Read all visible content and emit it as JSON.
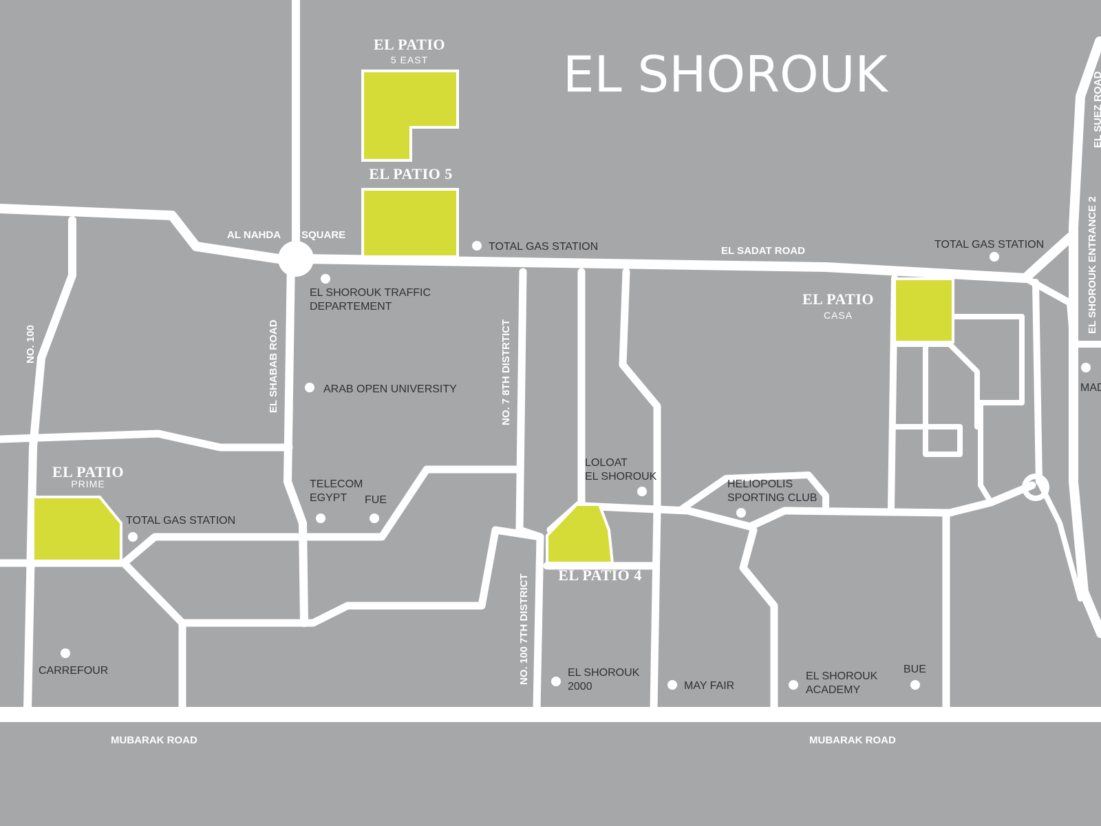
{
  "map": {
    "title": "EL SHOROUK",
    "colors": {
      "background": "#a6a7a9",
      "road": "#ffffff",
      "project": "#d5dc37",
      "label": "#2f3033"
    },
    "roads": {
      "mubarak_left": "MUBARAK ROAD",
      "mubarak_right": "MUBARAK ROAD",
      "el_sadat": "EL SADAT ROAD",
      "al_nahda": "AL NAHDA",
      "square": "SQUARE",
      "no100": "NO. 100",
      "el_shabab": "EL SHABAB ROAD",
      "no7_8th": "NO. 7 8TH DISTRTICT",
      "no100_7th": "NO. 100 7TH DISTRICT",
      "shorouk_entrance_2": "EL SHOROUK ENTRANCE 2",
      "suez_road": "EL SUEZ ROAD"
    },
    "projects": {
      "patio5east": {
        "name": "EL PATIO",
        "sub": "5 EAST"
      },
      "patio5": {
        "name": "EL PATIO 5"
      },
      "casa": {
        "name": "EL PATIO",
        "sub": "CASA"
      },
      "prime": {
        "name": "EL PATIO",
        "sub": "PRIME"
      },
      "patio4": {
        "name": "EL PATIO 4"
      }
    },
    "landmarks": {
      "gas1": "TOTAL GAS STATION",
      "gas2": "TOTAL GAS STATION",
      "gas3": "TOTAL GAS STATION",
      "traffic_1": "EL SHOROUK TRAFFIC",
      "traffic_2": "DEPARTEMENT",
      "arab_open": "ARAB OPEN UNIVERSITY",
      "telecom_1": "TELECOM",
      "telecom_2": "EGYPT",
      "fue": "FUE",
      "loloat_1": "LOLOAT",
      "loloat_2": "EL SHOROUK",
      "heliopolis_1": "HELIOPOLIS",
      "heliopolis_2": "SPORTING CLUB",
      "carrefour": "CARREFOUR",
      "shorouk2000_1": "EL SHOROUK",
      "shorouk2000_2": "2000",
      "mayfair": "MAY FAIR",
      "academy_1": "EL SHOROUK",
      "academy_2": "ACADEMY",
      "bue": "BUE",
      "mad": "MAD"
    }
  }
}
